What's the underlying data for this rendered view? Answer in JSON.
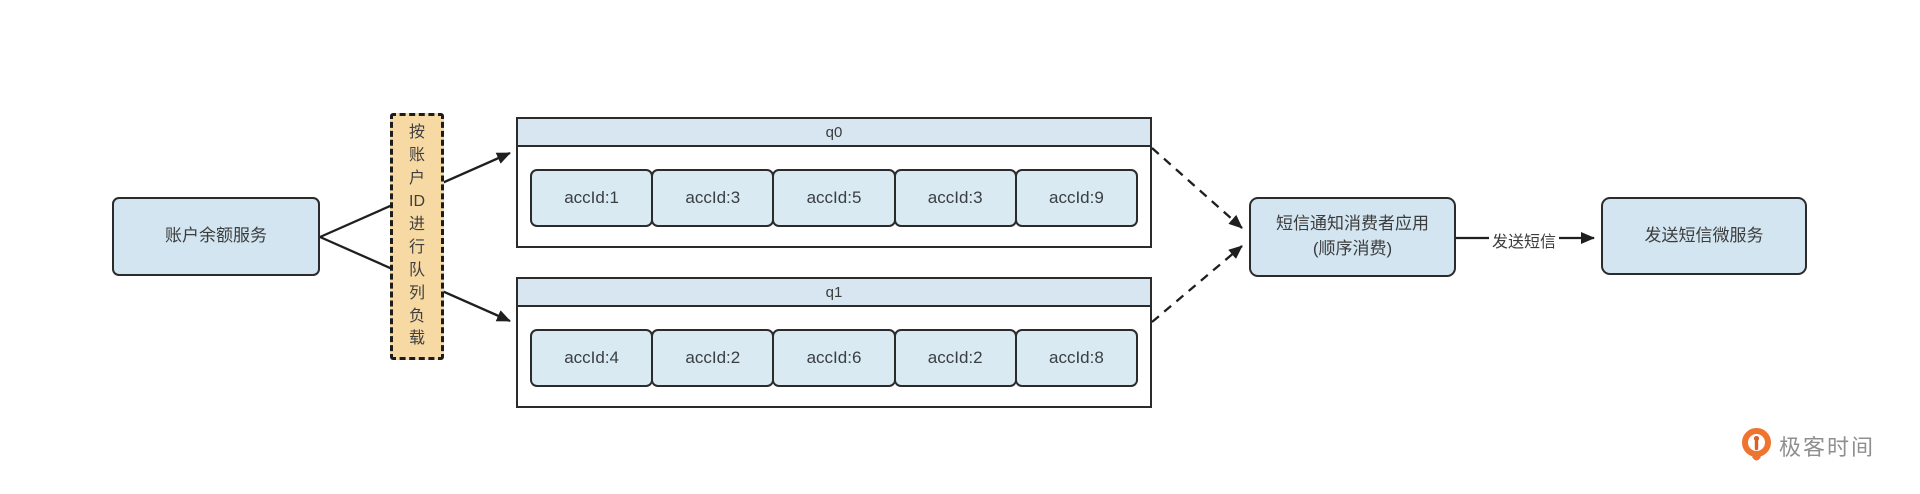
{
  "diagram": {
    "producer_box": {
      "label": "账户余额服务"
    },
    "load_strip": {
      "label": "按账户ID进行队列负载",
      "chars": [
        "按",
        "账",
        "户",
        "ID",
        "进",
        "行",
        "队",
        "列",
        "负",
        "载"
      ]
    },
    "queues": [
      {
        "name": "q0",
        "cells": [
          "accId:1",
          "accId:3",
          "accId:5",
          "accId:3",
          "accId:9"
        ]
      },
      {
        "name": "q1",
        "cells": [
          "accId:4",
          "accId:2",
          "accId:6",
          "accId:2",
          "accId:8"
        ]
      }
    ],
    "consumer_box": {
      "line1": "短信通知消费者应用",
      "line2": "(顺序消费)"
    },
    "sms_service_box": {
      "label": "发送短信微服务"
    },
    "edge_label": "发送短信",
    "logo": {
      "text": "极客时间"
    }
  },
  "colors": {
    "node_fill": "#d3e5f0",
    "cell_fill": "#d9eaf2",
    "band_fill": "#d7e6f0",
    "strip_fill": "#f7d9a4",
    "line": "#1f1f1f",
    "border": "#2b2b2b",
    "text": "#3c3c3c",
    "logo_orange": "#ee7430",
    "logo_text": "#8f8f8f"
  }
}
